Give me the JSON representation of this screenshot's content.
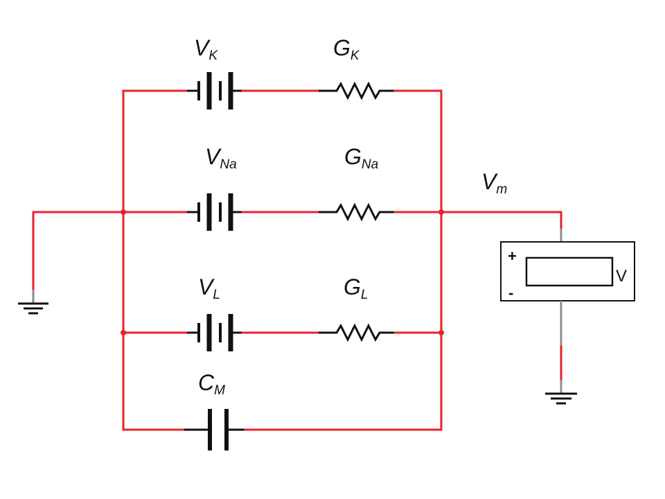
{
  "labels": {
    "vk": {
      "main": "V",
      "sub": "K"
    },
    "gk": {
      "main": "G",
      "sub": "K"
    },
    "vna": {
      "main": "V",
      "sub": "Na"
    },
    "gna": {
      "main": "G",
      "sub": "Na"
    },
    "vm": {
      "main": "V",
      "sub": "m"
    },
    "vl": {
      "main": "V",
      "sub": "L"
    },
    "gl": {
      "main": "G",
      "sub": "L"
    },
    "cm": {
      "main": "C",
      "sub": "M"
    }
  },
  "voltmeter": {
    "plus": "+",
    "minus": "-",
    "unit": "V"
  },
  "colors": {
    "wire": "#e8212b",
    "component": "#111111",
    "meter_lead": "#8c8c8c"
  }
}
